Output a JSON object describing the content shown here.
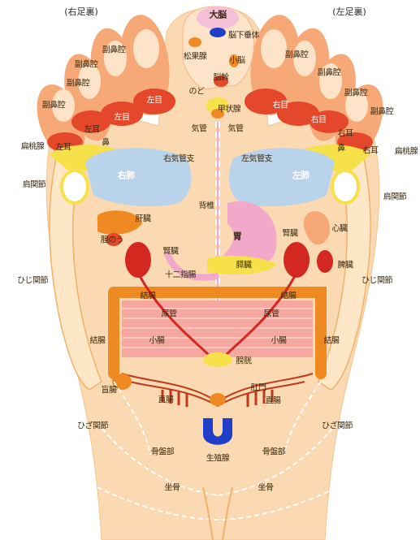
{
  "headers": {
    "right_foot": "(右足裏)",
    "left_foot": "(左足裏)"
  },
  "labels": {
    "brain": "大脳",
    "pituitary": "脳下垂体",
    "pineal": "松果腺",
    "cerebellum": "小脳",
    "brainstem": "脳幹",
    "throat": "のど",
    "thyroid": "甲状腺",
    "trachea_r": "気管",
    "trachea_l": "気管",
    "sinus_r1": "副鼻腔",
    "sinus_r2": "副鼻腔",
    "sinus_r3": "副鼻腔",
    "sinus_r4": "副鼻腔",
    "sinus_l1": "副鼻腔",
    "sinus_l2": "副鼻腔",
    "sinus_l3": "副鼻腔",
    "sinus_l4": "副鼻腔",
    "eye_r1": "左目",
    "eye_r2": "左目",
    "eye_l1": "右目",
    "eye_l2": "右目",
    "ear_r1": "左耳",
    "ear_r2": "左耳",
    "ear_l1": "右耳",
    "ear_l2": "右耳",
    "nose_r": "鼻",
    "nose_l": "鼻",
    "tonsil_r": "扁桃腺",
    "tonsil_l": "扁桃腺",
    "bronchus_r": "右気管支",
    "bronchus_l": "左気管支",
    "lung_r": "右肺",
    "lung_l": "左肺",
    "shoulder_r": "肩関節",
    "shoulder_l": "肩関節",
    "spine": "背椎",
    "liver": "肝臓",
    "gallbladder": "胆のう",
    "stomach": "胃",
    "heart": "心臓",
    "kidney_r": "腎臓",
    "kidney_l": "腎臓",
    "spleen": "脾臓",
    "pancreas": "膵臓",
    "duodenum": "十二指腸",
    "elbow_r": "ひじ関節",
    "elbow_l": "ひじ関節",
    "colon_r1": "結腸",
    "colon_r2": "結腸",
    "colon_l1": "結腸",
    "colon_l2": "結腸",
    "ureter_r": "尿管",
    "ureter_l": "尿管",
    "small_int_r": "小腸",
    "small_int_l": "小腸",
    "bladder": "膀胱",
    "cecum": "盲腸",
    "rectum_r": "直腸",
    "rectum_l": "直腸",
    "anus": "肛門",
    "knee_r": "ひざ関節",
    "knee_l": "ひざ関節",
    "gonad": "生殖腺",
    "pelvis_r": "骨盤部",
    "pelvis_l": "骨盤部",
    "sciatic_r": "坐骨",
    "sciatic_l": "坐骨"
  },
  "colors": {
    "skin": "#fbd9b2",
    "toe": "#f6a977",
    "toe_red": "#e4472a",
    "lung": "#b9d3ea",
    "yellow": "#f7e14a",
    "kidney": "#d3281f",
    "colon": "#ef8a22",
    "stomach": "#f2a8c9",
    "brain": "#f4c1d7",
    "gonad": "#1f3fc8"
  }
}
